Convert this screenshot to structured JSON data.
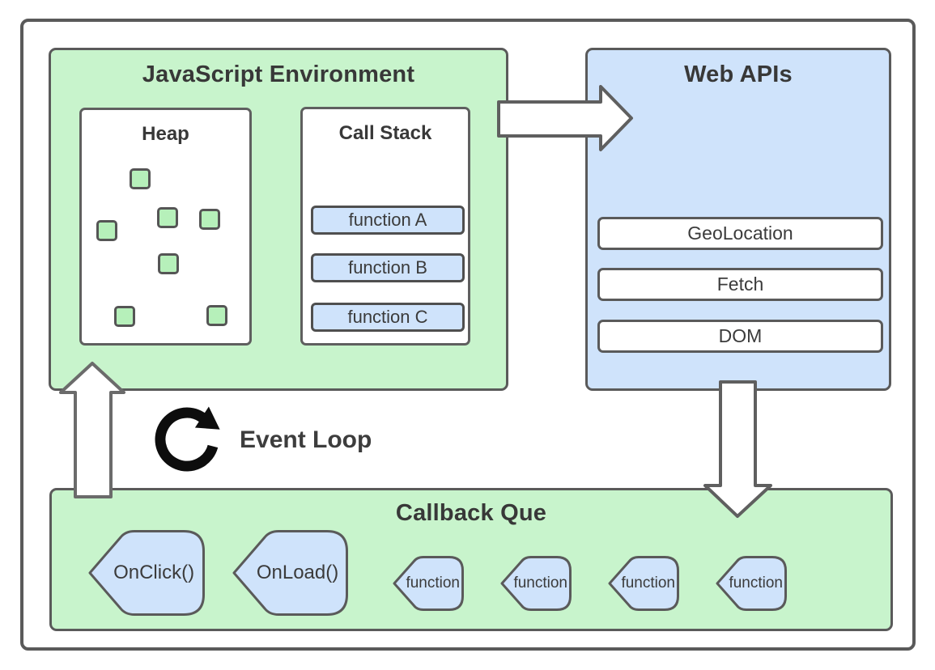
{
  "js_environment": {
    "title": "JavaScript Environment",
    "heap": {
      "title": "Heap",
      "object_count": 7
    },
    "call_stack": {
      "title": "Call Stack",
      "frames": [
        "function A",
        "function B",
        "function C"
      ]
    }
  },
  "web_apis": {
    "title": "Web APIs",
    "apis": [
      "GeoLocation",
      "Fetch",
      "DOM"
    ]
  },
  "event_loop": {
    "label": "Event Loop"
  },
  "callback_queue": {
    "title": "Callback Que",
    "large": [
      "OnClick()",
      "OnLoad()"
    ],
    "small": [
      "function",
      "function",
      "function",
      "function"
    ]
  },
  "colors": {
    "box_green": "#c8f4cc",
    "heap_square_green": "#b6f0ba",
    "box_blue": "#cfe3fb",
    "stroke_gray": "#5a5a5a",
    "text_dark": "#383838",
    "icon_black": "#0d0d0d"
  }
}
